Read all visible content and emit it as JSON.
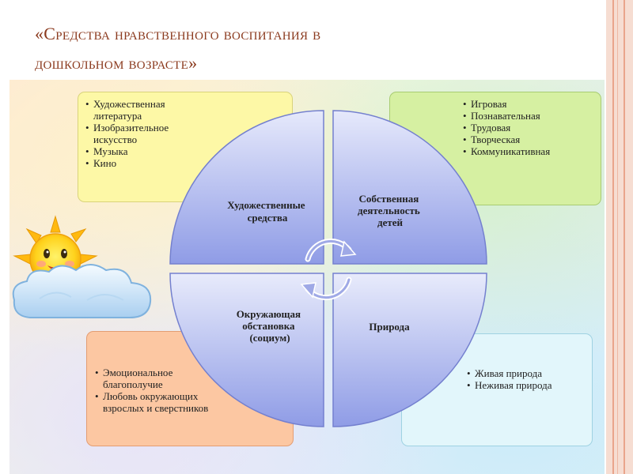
{
  "title": {
    "line1": "«Средства нравственного воспитания в",
    "line2": "дошкольном возрасте»"
  },
  "colors": {
    "title": "#8b3a1e",
    "box_top_left": "#fdf8a6",
    "box_top_right": "#d6f0a2",
    "box_bottom_left": "#fcc7a2",
    "box_bottom_right": "#e2f6fb",
    "quadrant": "#a9b4ee"
  },
  "icons": {
    "sun": "sun-icon",
    "cloud": "cloud-icon",
    "cycle": "cycle-arrows-icon"
  },
  "quadrants": {
    "top_left": {
      "line1": "Художественные",
      "line2": "средства"
    },
    "top_right": {
      "line1": "Собственная",
      "line2": "деятельность",
      "line3": "детей"
    },
    "bottom_left": {
      "line1": "Окружающая",
      "line2": "обстановка",
      "line3": "(социум)"
    },
    "bottom_right": {
      "line1": "Природа"
    }
  },
  "boxes": {
    "top_left": {
      "items": [
        "Художественная литература",
        "Изобразительное искусство",
        "Музыка",
        "Кино"
      ]
    },
    "top_right": {
      "items": [
        "Игровая",
        "Познавательная",
        "Трудовая",
        "Творческая",
        "Коммуникативная"
      ]
    },
    "bottom_left": {
      "items": [
        "Эмоциональное благополучие",
        "Любовь окружающих взрослых и сверстников"
      ]
    },
    "bottom_right": {
      "items": [
        "Живая природа",
        "Неживая природа"
      ]
    }
  }
}
